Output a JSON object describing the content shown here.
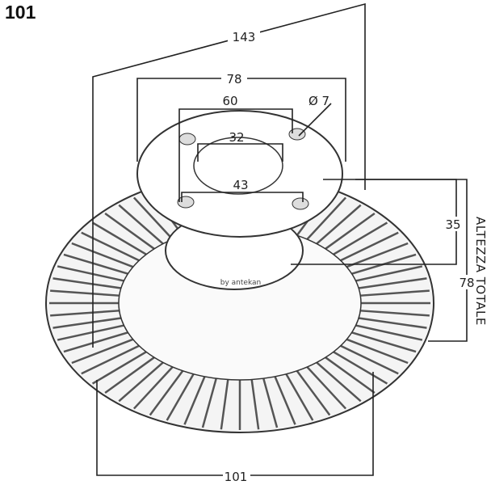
{
  "part_number": "101",
  "dimensions": {
    "overall_diagonal": "143",
    "top_width": "78",
    "bolt_circle": "60",
    "bolt_hole": "Ø 7",
    "inner_bore": "32",
    "pilot": "43",
    "hub_height": "35",
    "total_height": "78",
    "base_width": "101"
  },
  "total_height_label": "ALTEZZA TOTALE",
  "watermark": "by antekan"
}
